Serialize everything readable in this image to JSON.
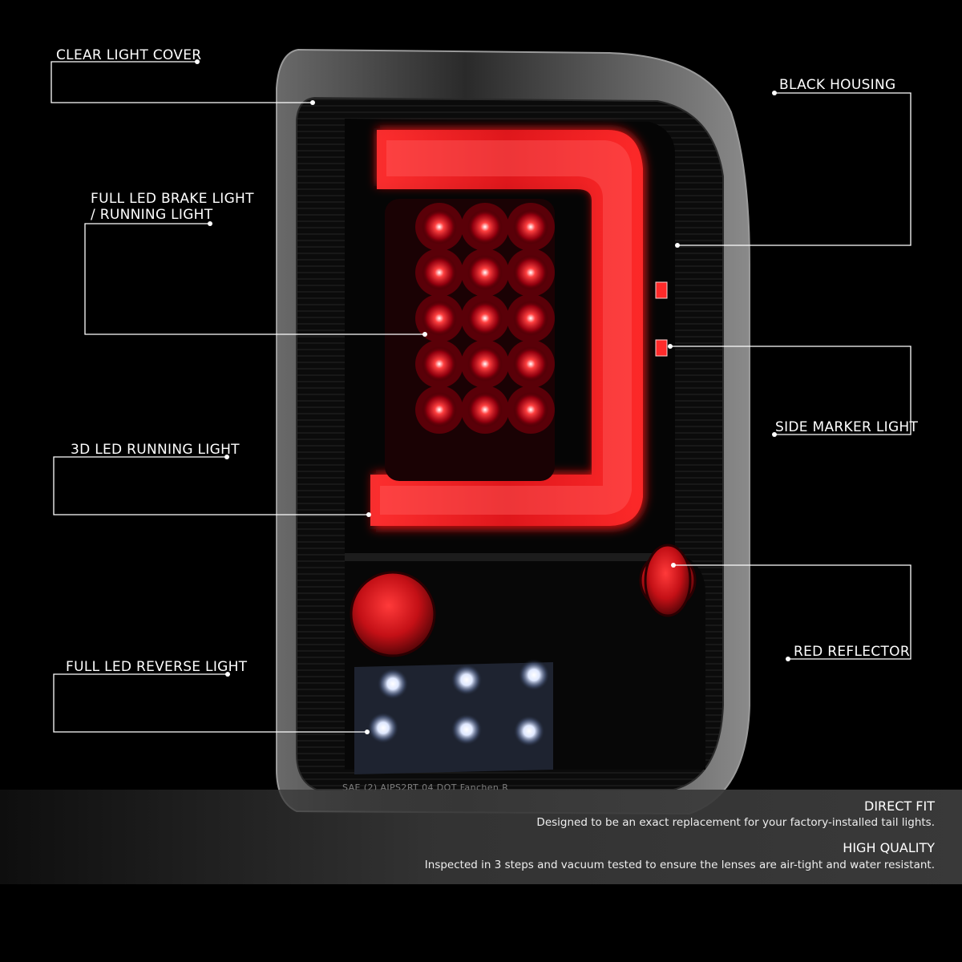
{
  "callouts": {
    "clear_light_cover": "CLEAR LIGHT COVER",
    "black_housing": "BLACK HOUSING",
    "full_led_brake_line1": "FULL LED BRAKE LIGHT",
    "full_led_brake_line2": "/ RUNNING LIGHT",
    "side_marker": "SIDE MARKER LIGHT",
    "led_running_3d": "3D LED RUNNING LIGHT",
    "red_reflector": "RED REFLECTOR",
    "full_led_reverse": "FULL LED REVERSE LIGHT"
  },
  "lens_stamp": "SAE (2) AIPS2RT 04 DOT Fanchen R",
  "features": [
    {
      "title": "DIRECT FIT",
      "text": "Designed to be an exact replacement for your factory-installed tail lights."
    },
    {
      "title": "HIGH QUALITY",
      "text": "Inspected in 3 steps and vacuum tested to ensure the lenses are air-tight and water resistant."
    }
  ],
  "colors": {
    "background": "#000000",
    "housing": "#0b0b0b",
    "led_red": "#ff1a1a",
    "tube_red": "#e0171c",
    "reflector_red": "#c41016",
    "reverse_white": "#ffffff",
    "callout_line": "#ffffff"
  }
}
